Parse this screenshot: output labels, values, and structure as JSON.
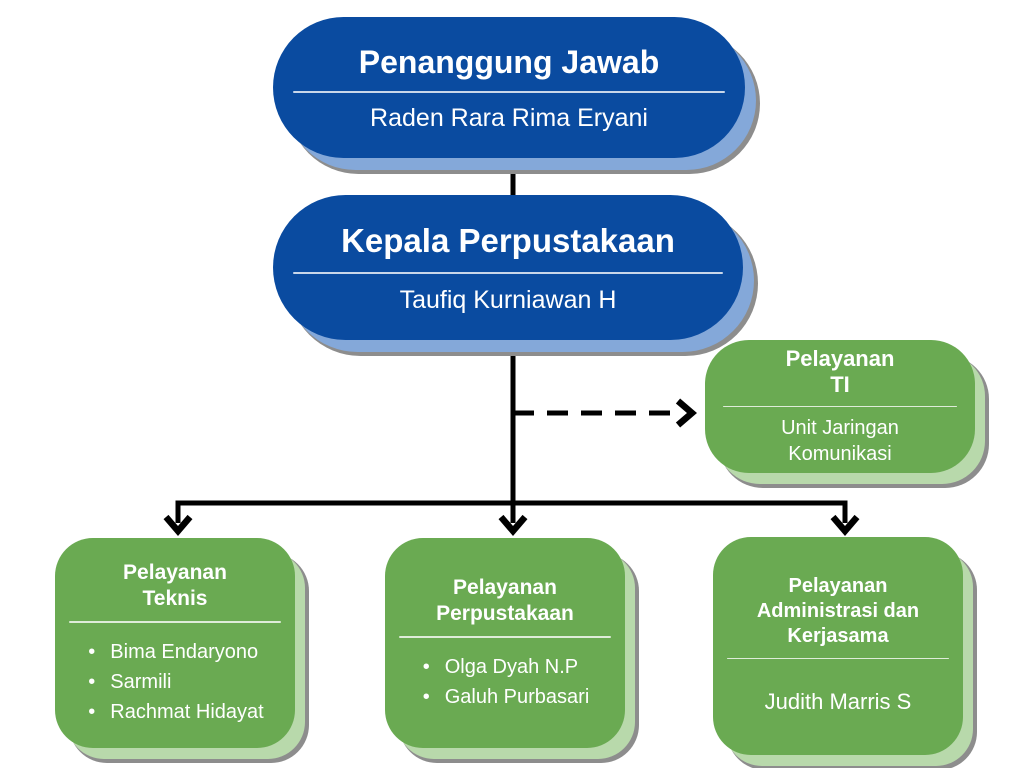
{
  "diagram": {
    "colors": {
      "node_blue": "#0a4ba0",
      "node_blue_shadow": "#84a8d9",
      "node_green": "#6aaa52",
      "node_green_shadow": "#b8d9ab",
      "shadow_outline_gray": "#8d8d8d",
      "connector": "#000000",
      "text": "#ffffff",
      "background": "#ffffff"
    },
    "nodes": {
      "penanggung": {
        "title": "Penanggung Jawab",
        "name": "Raden Rara Rima Eryani"
      },
      "kepala": {
        "title": "Kepala Perpustakaan",
        "name": "Taufiq Kurniawan H"
      },
      "ti": {
        "title": "Pelayanan\nTI",
        "name": "Unit Jaringan\nKomunikasi"
      },
      "teknis": {
        "title": "Pelayanan\nTeknis",
        "members": [
          "Bima Endaryono",
          "Sarmili",
          "Rachmat Hidayat"
        ]
      },
      "perpustakaan": {
        "title": "Pelayanan\nPerpustakaan",
        "members": [
          "Olga Dyah N.P",
          "Galuh Purbasari"
        ]
      },
      "administrasi": {
        "title": "Pelayanan\nAdministrasi dan\nKerjasama",
        "members": [
          "Judith Marris S"
        ]
      }
    }
  }
}
